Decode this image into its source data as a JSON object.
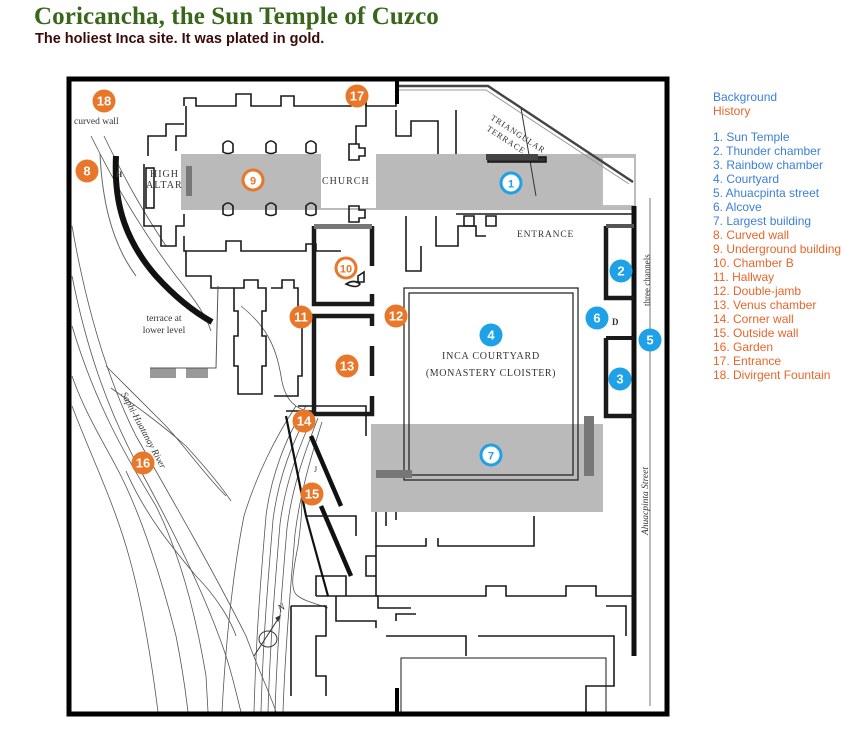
{
  "header": {
    "title": "Coricancha, the Sun Temple of Cuzco",
    "subtitle": "The holiest Inca site. It was plated in gold."
  },
  "colors": {
    "title": "#38661a",
    "subtitle": "#3a0a08",
    "inca_marker": "#1ea1e6",
    "later_marker": "#e8772a",
    "legend_blue": "#3b7fd9",
    "legend_orange": "#e8652a",
    "highlight_band": "#b4b4b4"
  },
  "legend": {
    "nav": [
      {
        "label": "Background",
        "color": "blue"
      },
      {
        "label": "History",
        "color": "orange"
      }
    ],
    "items": [
      {
        "label": "1. Sun Temple",
        "color": "blue"
      },
      {
        "label": "2. Thunder chamber",
        "color": "blue"
      },
      {
        "label": "3. Rainbow chamber",
        "color": "blue"
      },
      {
        "label": "4. Courtyard",
        "color": "blue"
      },
      {
        "label": "5. Ahuacpinta street",
        "color": "blue"
      },
      {
        "label": "6. Alcove",
        "color": "blue"
      },
      {
        "label": "7. Largest building",
        "color": "blue"
      },
      {
        "label": "8. Curved wall",
        "color": "orange"
      },
      {
        "label": "9. Underground building",
        "color": "orange"
      },
      {
        "label": "10. Chamber B",
        "color": "orange"
      },
      {
        "label": "11. Hallway",
        "color": "orange"
      },
      {
        "label": "12. Double-jamb",
        "color": "orange"
      },
      {
        "label": "13. Venus chamber",
        "color": "orange"
      },
      {
        "label": "14. Corner wall",
        "color": "orange"
      },
      {
        "label": "15. Outside wall",
        "color": "orange"
      },
      {
        "label": "16. Garden",
        "color": "orange"
      },
      {
        "label": "17. Entrance",
        "color": "orange"
      },
      {
        "label": "18. Divirgent Fountain",
        "color": "orange"
      }
    ]
  },
  "map": {
    "labels": {
      "curved_wall": "curved wall",
      "high": "HIGH",
      "altar": "ALTAR",
      "h": "H",
      "church": "CHURCH",
      "triangular": "TRIANGULAR",
      "terrace": "TERRACE",
      "entrance": "ENTRANCE",
      "three_channels": "three channels",
      "d": "D",
      "courtyard_1": "INCA COURTYARD",
      "courtyard_2": "(MONASTERY CLOISTER)",
      "terrace_lower_1": "terrace at",
      "terrace_lower_2": "lower level",
      "river": "Saphi-Huatanay River",
      "street": "Ahuacpinta Street",
      "north": "N",
      "j": "J"
    },
    "markers": [
      {
        "n": "1",
        "style": "outline",
        "group": "inca"
      },
      {
        "n": "2",
        "style": "filled",
        "group": "inca"
      },
      {
        "n": "3",
        "style": "filled",
        "group": "inca"
      },
      {
        "n": "4",
        "style": "filled",
        "group": "inca"
      },
      {
        "n": "5",
        "style": "filled",
        "group": "inca"
      },
      {
        "n": "6",
        "style": "filled",
        "group": "inca"
      },
      {
        "n": "7",
        "style": "outline",
        "group": "inca"
      },
      {
        "n": "8",
        "style": "filled",
        "group": "later"
      },
      {
        "n": "9",
        "style": "outline",
        "group": "later"
      },
      {
        "n": "10",
        "style": "outline",
        "group": "later"
      },
      {
        "n": "11",
        "style": "filled",
        "group": "later"
      },
      {
        "n": "12",
        "style": "filled",
        "group": "later"
      },
      {
        "n": "13",
        "style": "filled",
        "group": "later"
      },
      {
        "n": "14",
        "style": "filled",
        "group": "later"
      },
      {
        "n": "15",
        "style": "filled",
        "group": "later"
      },
      {
        "n": "16",
        "style": "filled",
        "group": "later"
      },
      {
        "n": "17",
        "style": "filled",
        "group": "later"
      },
      {
        "n": "18",
        "style": "filled",
        "group": "later"
      }
    ]
  }
}
